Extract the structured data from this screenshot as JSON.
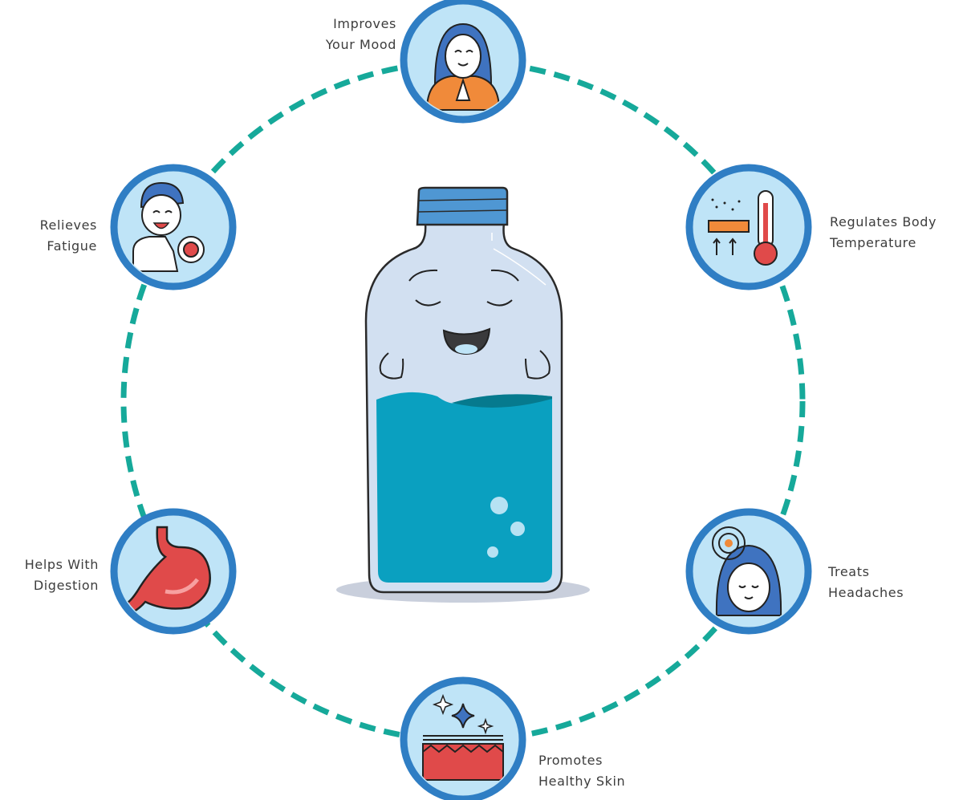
{
  "benefits": [
    {
      "line1": "Improves",
      "line2": "Your Mood",
      "icon": "smiling-woman-icon"
    },
    {
      "line1": "Regulates Body",
      "line2": "Temperature",
      "icon": "thermometer-icon"
    },
    {
      "line1": "Treats",
      "line2": "Headaches",
      "icon": "headache-icon"
    },
    {
      "line1": "Promotes",
      "line2": "Healthy Skin",
      "icon": "skin-icon"
    },
    {
      "line1": "Helps With",
      "line2": "Digestion",
      "icon": "stomach-icon"
    },
    {
      "line1": "Relieves",
      "line2": "Fatigue",
      "icon": "relieved-man-icon"
    }
  ],
  "colors": {
    "dashed_ring": "#16a99a",
    "badge_border": "#2f7ec4",
    "badge_fill": "#bfe4f7",
    "water": "#0aa0c0",
    "bottle": "#d2e0f1",
    "cap": "#4f97d3"
  }
}
